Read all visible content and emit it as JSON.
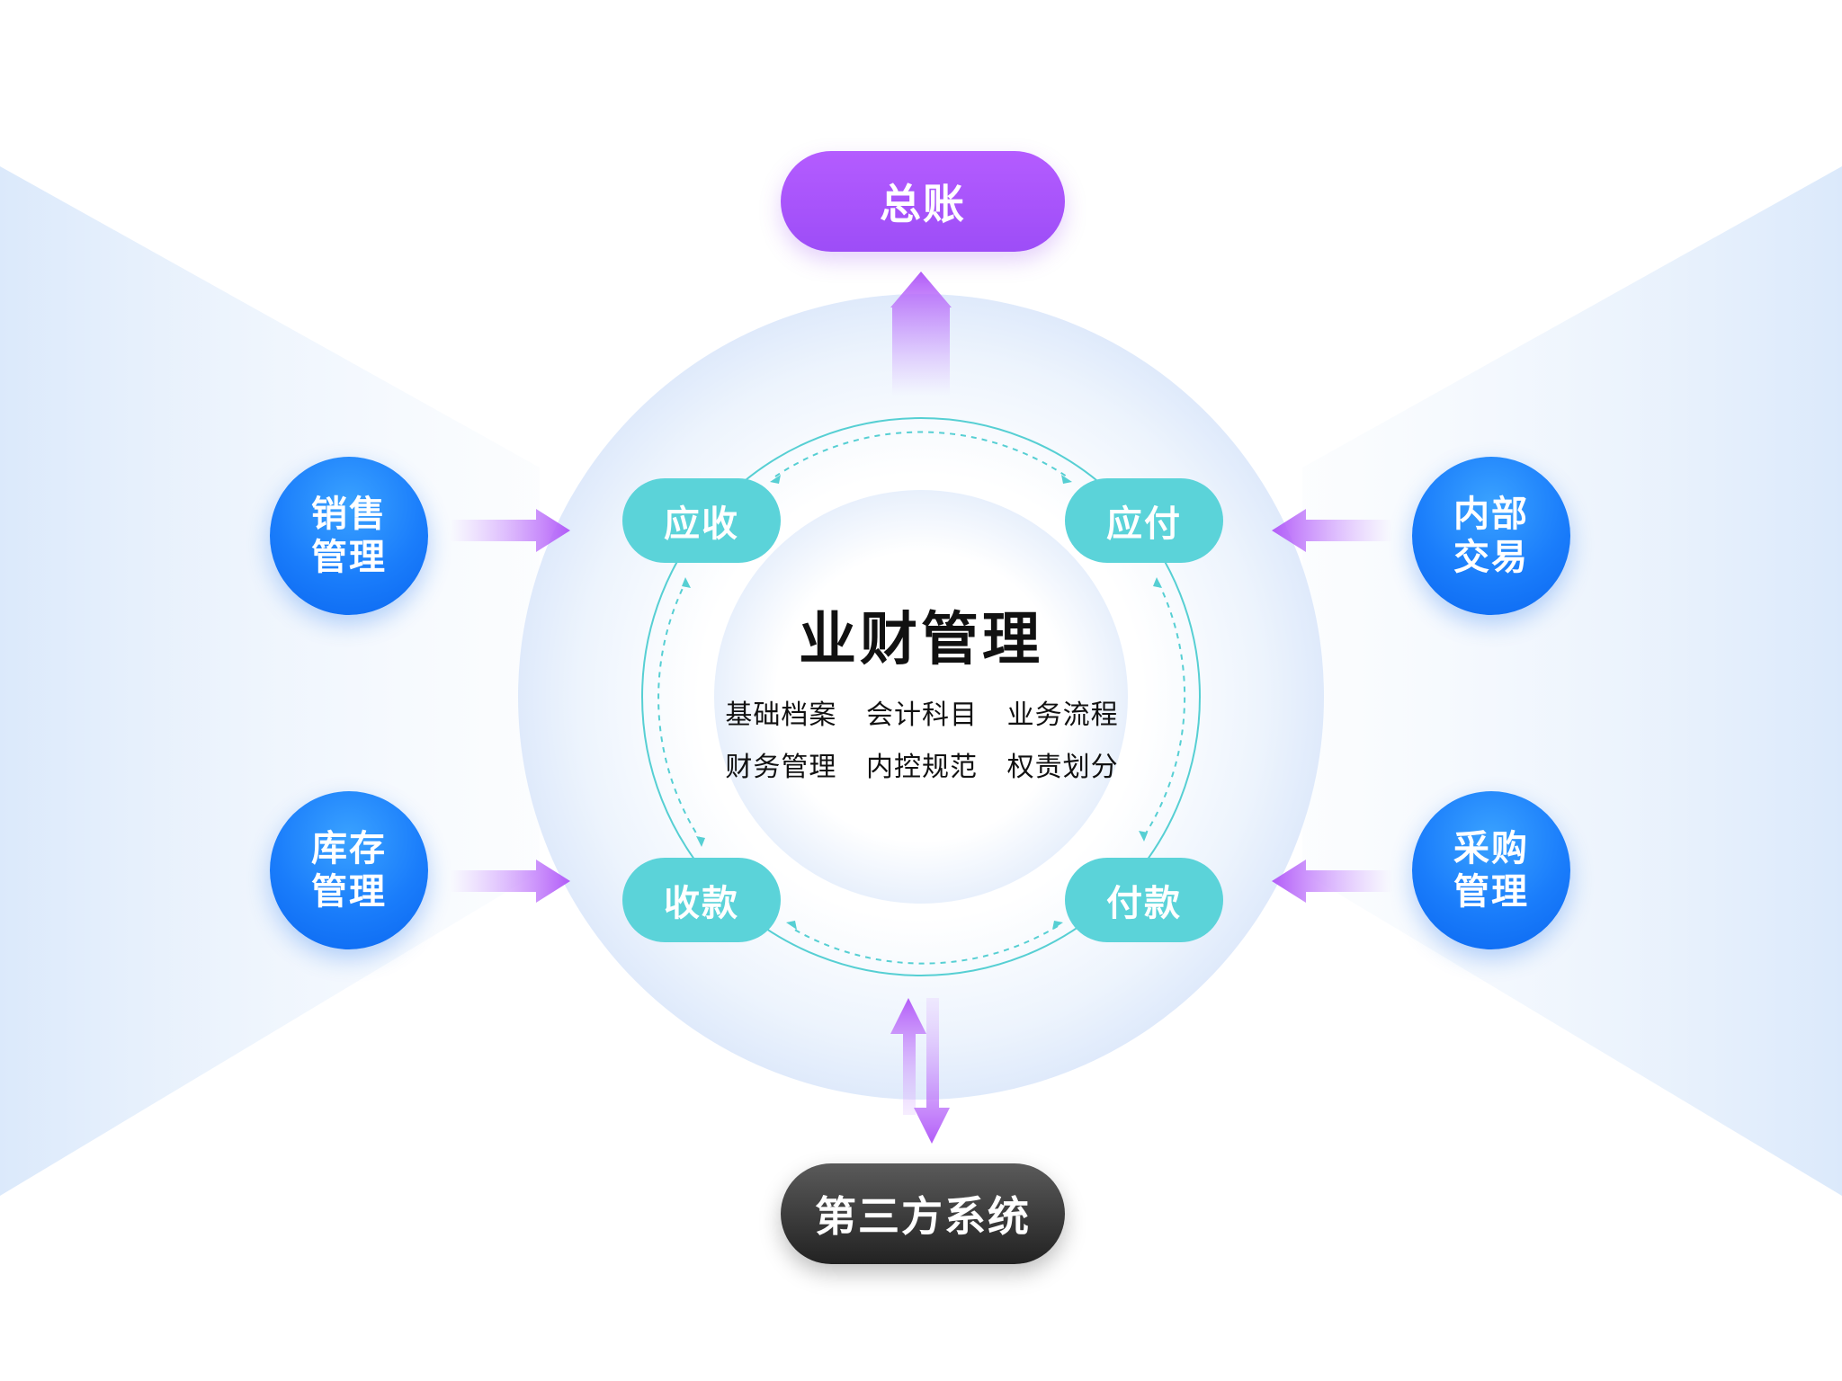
{
  "diagram": {
    "top_node": "总账",
    "bottom_node": "第三方系统",
    "center": {
      "title": "业财管理",
      "items": [
        "基础档案",
        "会计科目",
        "业务流程",
        "财务管理",
        "内控规范",
        "权责划分"
      ]
    },
    "cycle_nodes": {
      "top_left": "应收",
      "top_right": "应付",
      "bottom_left": "收款",
      "bottom_right": "付款"
    },
    "left_nodes": [
      {
        "line1": "销售",
        "line2": "管理"
      },
      {
        "line1": "库存",
        "line2": "管理"
      }
    ],
    "right_nodes": [
      {
        "line1": "内部",
        "line2": "交易"
      },
      {
        "line1": "采购",
        "line2": "管理"
      }
    ]
  },
  "colors": {
    "purple": "#a855f7",
    "teal": "#5bd3d9",
    "blue": "#1a7dfb",
    "dark": "#333333",
    "cycle_line": "#56cfd3"
  }
}
